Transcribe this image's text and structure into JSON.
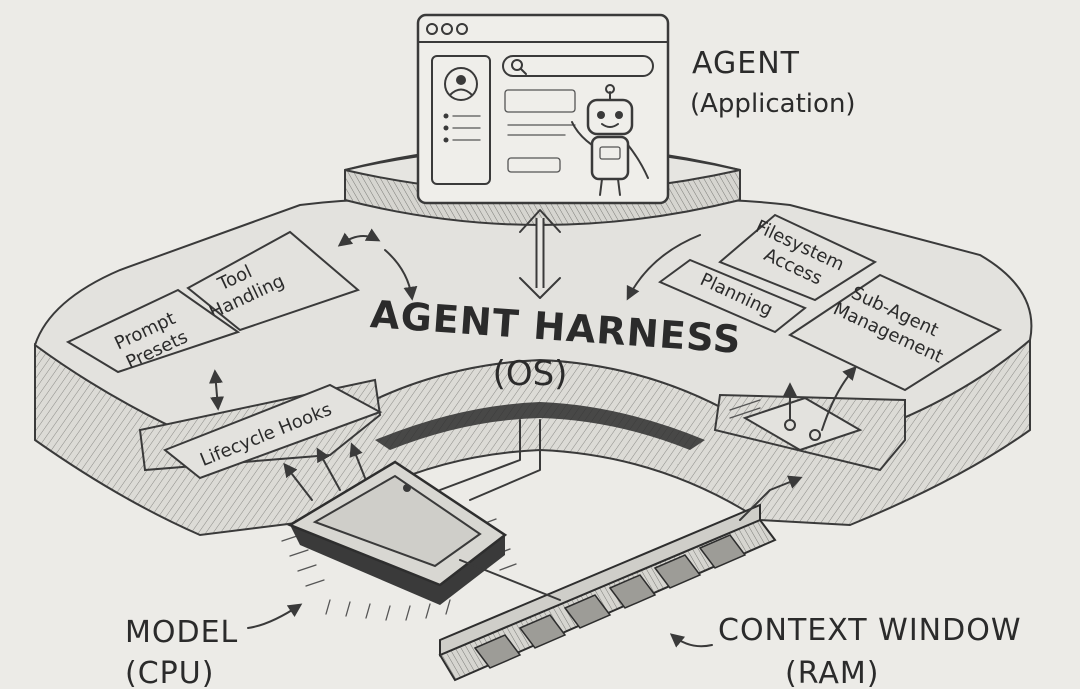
{
  "agent": {
    "title": "AGENT",
    "subtitle": "(Application)"
  },
  "harness": {
    "title": "AGENT HARNESS",
    "subtitle": "(OS)"
  },
  "modules": {
    "tool_handling": [
      "Tool",
      "Handling"
    ],
    "prompt_presets": [
      "Prompt",
      "Presets"
    ],
    "lifecycle_hooks": "Lifecycle Hooks",
    "filesystem_access": [
      "Filesystem",
      "Access"
    ],
    "planning": "Planning",
    "sub_agent_management": [
      "Sub-Agent",
      "Management"
    ]
  },
  "model": {
    "title": "MODEL",
    "subtitle": "(CPU)"
  },
  "context": {
    "title": "CONTEXT WINDOW",
    "subtitle": "(RAM)"
  }
}
